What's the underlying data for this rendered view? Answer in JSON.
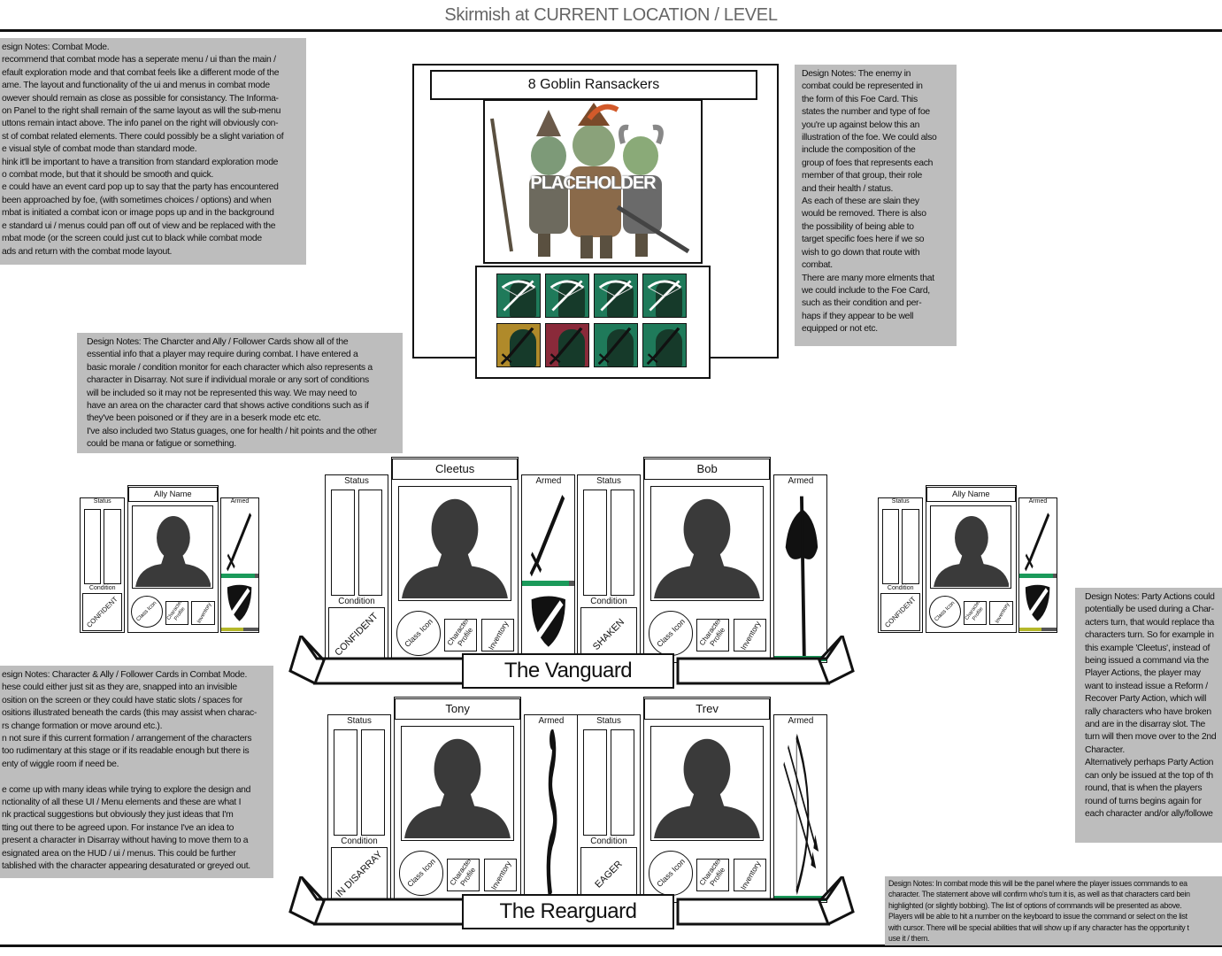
{
  "page": {
    "title": "Skirmish at CURRENT LOCATION / LEVEL"
  },
  "notes": {
    "combat_mode": "esign Notes: Combat Mode.\n recommend that combat mode has a seperate menu / ui than the main /\nefault exploration mode and that combat feels like a different mode of the\name. The layout and functionality of the ui and menus in combat mode\nowever should remain as close as possible for consistancy. The Informa-\non Panel to the right shall remain of the same layout as will the sub-menu\nuttons remain intact above. The info panel on the right will obviously con-\nst of combat related elements. There could possibly be a slight variation of\ne visual style of combat mode than standard mode.\nhink it'll be important to have a transition from standard exploration mode\no combat mode, but that it should be smooth and quick.\ne could have an event card pop up to say that the party has encountered\n been approached by foe, (with sometimes choices / options) and when\nmbat is initiated a combat icon or image pops up and in the background\ne standard ui / menus could pan off out of view and be replaced with the\nmbat mode (or the screen could just cut to black while combat mode\nads and return with the combat mode layout.",
    "foe_card": "Design Notes: The enemy in\ncombat could be represented in\nthe form of this Foe Card. This\nstates the number and type of foe\nyou're up against below this an\nillustration of the foe. We could also\ninclude the composition of the\ngroup of foes that represents each\nmember of that group, their role\nand their health / status.\nAs each of these are slain they\nwould be removed. There is also\nthe possibility of being able to\ntarget specific foes here if we so\nwish to go down that route with\ncombat.\nThere are many more elments that\nwe could include to the Foe Card,\nsuch as their condition and per-\nhaps if they appear to be well\nequipped or not etc.",
    "character_cards": "Design Notes: The Charcter and Ally / Follower Cards show all of the\nessential info that a player may require during combat. I have entered a\nbasic morale / condition monitor for each character which also represents a\ncharacter in Disarray. Not sure if individual morale or any sort of conditions\nwill be included so it may not be represented this way. We may need to\nhave an area on the character card that shows active conditions such as if\nthey've been poisoned or if they are in a beserk mode etc etc.\nI've also included two Status guages, one for health / hit points and the other\ncould be mana or fatigue or something.",
    "cards_combat_mode": "esign Notes: Character & Ally / Follower Cards in Combat Mode.\nhese could either just sit as they are, snapped into an invisible\nosition on the screen or they could have static slots / spaces for\nositions illustrated beneath the cards (this may assist when charac-\nrs change formation or move around etc.).\nn not sure if this current formation / arrangement of the characters\n too rudimentary at this stage or if its readable enough but there is\nenty of wiggle room if need be.\n\ne come up with many ideas while trying to explore the design and\nnctionality of all these UI / Menu elements and these are what I\nnk practical suggestions but obviously they just ideas that I'm\ntting out there to be agreed upon. For instance I've an idea to\npresent a character in Disarray without having to move them to a\nesignated area on the HUD / ui / menus. This could be further\ntablished with the character appearing desaturated or greyed out.",
    "party_actions": "Design Notes: Party Actions could\npotentially be used during a Char-\nacters turn, that would replace tha\ncharacters turn. So for example in\nthis example 'Cleetus', instead of\nbeing issued a command via the\nPlayer Actions, the player may\nwant to instead issue a Reform /\nRecover Party Action, which will\nrally characters who have broken\nand are in the disarray slot. The\nturn will then move over to the 2nd\nCharacter.\nAlternatively perhaps Party Action\ncan only be issued at the top of th\nround, that is when the players\nround of turns begins again for\neach character and/or ally/followe",
    "commands_panel": "Design Notes: In combat mode this will be the panel where the player issues commands to ea\ncharacter. The statement above will confirm who's turn it is, as well as that characters card bein\nhighlighted (or slightly bobbing). The list of options of commands will be presented as above.\nPlayers will be able to hit a number on the keyboard to issue the command or select on the list\nwith cursor. There will be special abilities that will show up if any character has the opportunity t\nuse it / them."
  },
  "foe_card": {
    "title": "8 Goblin Ransackers",
    "placeholder": "PLACEHOLDER",
    "roster": [
      {
        "icon": "crossbow-icon",
        "bg": "#1f7a5a"
      },
      {
        "icon": "crossbow-icon",
        "bg": "#1f7a5a"
      },
      {
        "icon": "crossbow-icon",
        "bg": "#1f7a5a"
      },
      {
        "icon": "crossbow-icon",
        "bg": "#1f7a5a"
      },
      {
        "icon": "sword-icon",
        "bg": "#b08a2a"
      },
      {
        "icon": "sword-icon",
        "bg": "#8a2a3a"
      },
      {
        "icon": "sword-icon",
        "bg": "#1f7a5a"
      },
      {
        "icon": "sword-icon",
        "bg": "#1f7a5a"
      }
    ]
  },
  "card_labels": {
    "status": "Status",
    "armed": "Armed",
    "condition": "Condition",
    "class_icon": "Class Icon",
    "character_profile": "Character Profile",
    "inventory": "Inventory"
  },
  "formations": {
    "vanguard": "The Vanguard",
    "rearguard": "The Rearguard"
  },
  "characters": [
    {
      "name": "Cleetus",
      "condition": "CONFIDENT",
      "weapon": "sword-icon",
      "shield": true,
      "health_color": "#1a9a5a",
      "health_fill": 0.9,
      "second_color": "#b5b82a",
      "second_fill": 0.6
    },
    {
      "name": "Bob",
      "condition": "SHAKEN",
      "weapon": "axe-icon",
      "shield": false,
      "health_color": "#1a9a5a",
      "health_fill": 1.0
    },
    {
      "name": "Tony",
      "condition": "IN DISARRAY",
      "weapon": "staff-icon",
      "shield": false,
      "health_color": "#c04a2a",
      "health_fill": 0.4
    },
    {
      "name": "Trev",
      "condition": "EAGER",
      "weapon": "bow-icon",
      "shield": false,
      "health_color": "#1a9a5a",
      "health_fill": 1.0
    }
  ],
  "allies": [
    {
      "name": "Ally Name",
      "condition": "CONFIDENT",
      "weapon": "sword-icon",
      "shield": true,
      "health_color": "#1a9a5a",
      "health_fill": 0.9,
      "second_color": "#b5b82a",
      "second_fill": 0.6
    },
    {
      "name": "Ally Name",
      "condition": "CONFIDENT",
      "weapon": "sword-icon",
      "shield": true,
      "health_color": "#1a9a5a",
      "health_fill": 0.9,
      "second_color": "#b5b82a",
      "second_fill": 0.6
    }
  ]
}
